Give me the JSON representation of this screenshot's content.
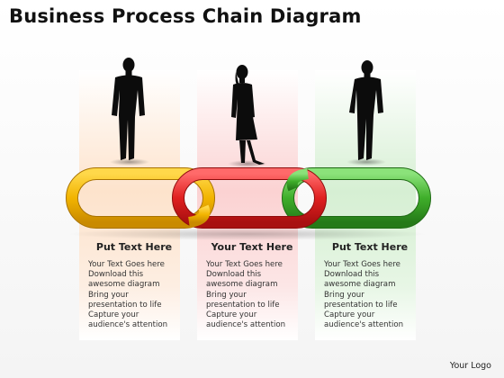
{
  "title": "Business Process Chain Diagram",
  "columns": [
    {
      "heading": "Put Text Here",
      "lines": [
        "Your Text Goes here",
        "Download this",
        "awesome diagram",
        "Bring your",
        "presentation to life",
        "Capture your",
        "audience's attention"
      ],
      "color": "#f0b400"
    },
    {
      "heading": "Your Text Here",
      "lines": [
        "Your Text Goes here",
        "Download this",
        "awesome diagram",
        "Bring your",
        "presentation to life",
        "Capture your",
        "audience's attention"
      ],
      "color": "#e02424"
    },
    {
      "heading": "Put Text Here",
      "lines": [
        "Your Text Goes here",
        "Download this",
        "awesome diagram",
        "Bring your",
        "presentation to life",
        "Capture your",
        "audience's attention"
      ],
      "color": "#3fae2a"
    }
  ],
  "logo": "Your Logo",
  "icons": [
    "businessman-silhouette-icon",
    "businesswoman-silhouette-icon",
    "businessman-silhouette-icon"
  ]
}
